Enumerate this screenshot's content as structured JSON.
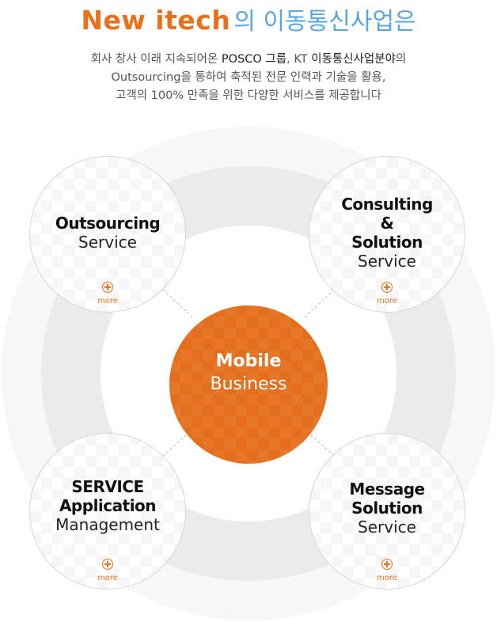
{
  "header": {
    "brand": "New itech",
    "title_rest": "의 이동통신사업은"
  },
  "intro": {
    "line1_part1": "회사 창사 이래 지속되어온 ",
    "line1_strong1": "POSCO 그룹",
    "line1_part2": ", KT ",
    "line1_strong2": "이동통신사업분야",
    "line1_part3": "의",
    "line2": "Outsourcing을 통하여 축적된 전문 인력과 기술을 활용,",
    "line3": "고객의 100% 만족을 위한 다양한 서비스를 제공합니다"
  },
  "center": {
    "line1": "Mobile",
    "line2": "Business",
    "color": "#e46e1b"
  },
  "services": {
    "outsourcing": {
      "bold1": "Outsourcing",
      "normal": "Service",
      "more": "more"
    },
    "consulting": {
      "bold1": "Consulting",
      "bold2": "&",
      "bold3": "Solution",
      "normal": "Service",
      "more": "more"
    },
    "sam": {
      "bold1": "SERVICE",
      "bold2": "Application",
      "normal": "Management",
      "more": "more"
    },
    "message": {
      "bold1": "Message",
      "bold2": "Solution",
      "normal": "Service",
      "more": "more"
    }
  },
  "icons": {
    "more": "plus-circle-icon"
  },
  "colors": {
    "brand": "#e9711c",
    "title_blue": "#5aa6de",
    "accent": "#e9711c"
  }
}
